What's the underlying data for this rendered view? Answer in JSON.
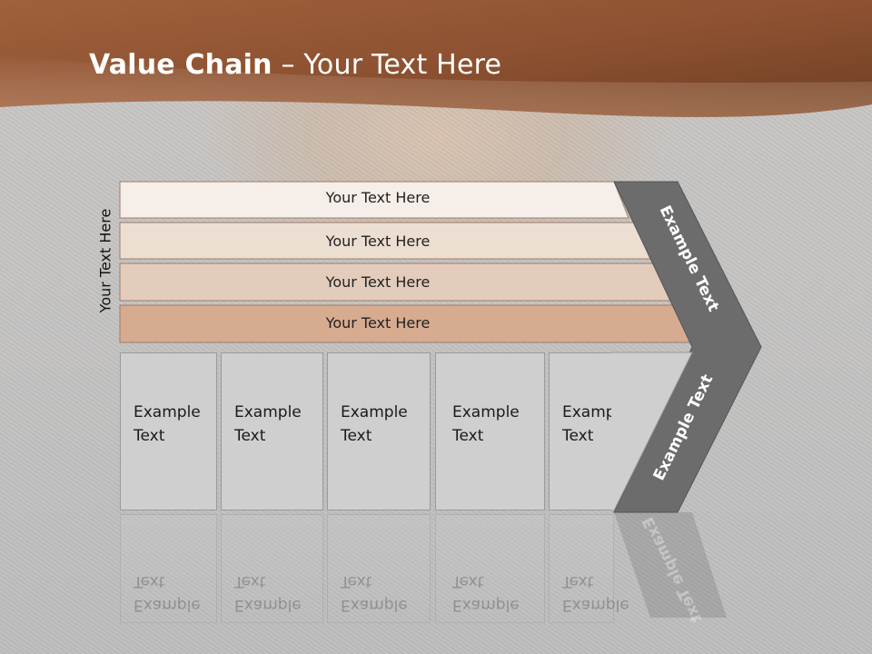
{
  "slide": {
    "title_bold": "Value Chain",
    "title_rest": " – Your Text Here",
    "side_label": "Your Text Here",
    "rows": [
      {
        "label": "Your Text Here",
        "color": "#f5eee9"
      },
      {
        "label": "Your Text Here",
        "color": "#edded2"
      },
      {
        "label": "Your Text Here",
        "color": "#e3ccbb"
      },
      {
        "label": "Your Text Here",
        "color": "#d6ab8f"
      }
    ],
    "columns": [
      {
        "line1": "Example",
        "line2": "Text"
      },
      {
        "line1": "Example",
        "line2": "Text"
      },
      {
        "line1": "Example",
        "line2": "Text"
      },
      {
        "line1": "Example",
        "line2": "Text"
      },
      {
        "line1": "Example",
        "line2": "Text"
      }
    ],
    "chevron_top_label": "Example Text",
    "chevron_bottom_label": "Example Text",
    "colors": {
      "banner_dark": "#8a4f2a",
      "banner_light": "#c58a5f",
      "chevron": "#6c6c6c",
      "box_fill": "#cfcfcf"
    }
  }
}
